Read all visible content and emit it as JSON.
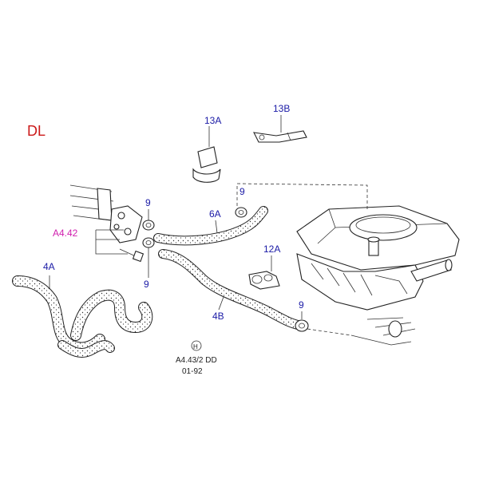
{
  "diagram": {
    "variant_label": "DL",
    "labels": {
      "hose_4a": "4A",
      "hose_4b": "4B",
      "hose_6a": "6A",
      "clip_12a": "12A",
      "clamp_13a": "13A",
      "bracket_13b": "13B",
      "clamp_9_top": "9",
      "clamp_9_mid": "9",
      "clamp_9_6a": "9",
      "clamp_9_4b": "9",
      "ref_a442": "A4.42"
    },
    "footer": {
      "symbol": "H",
      "ref": "A4.43/2 DD",
      "date": "01-92"
    },
    "colors": {
      "label_blue": "#1a1aa6",
      "variant_red": "#cc1a1a",
      "ref_magenta": "#d01fae"
    }
  }
}
